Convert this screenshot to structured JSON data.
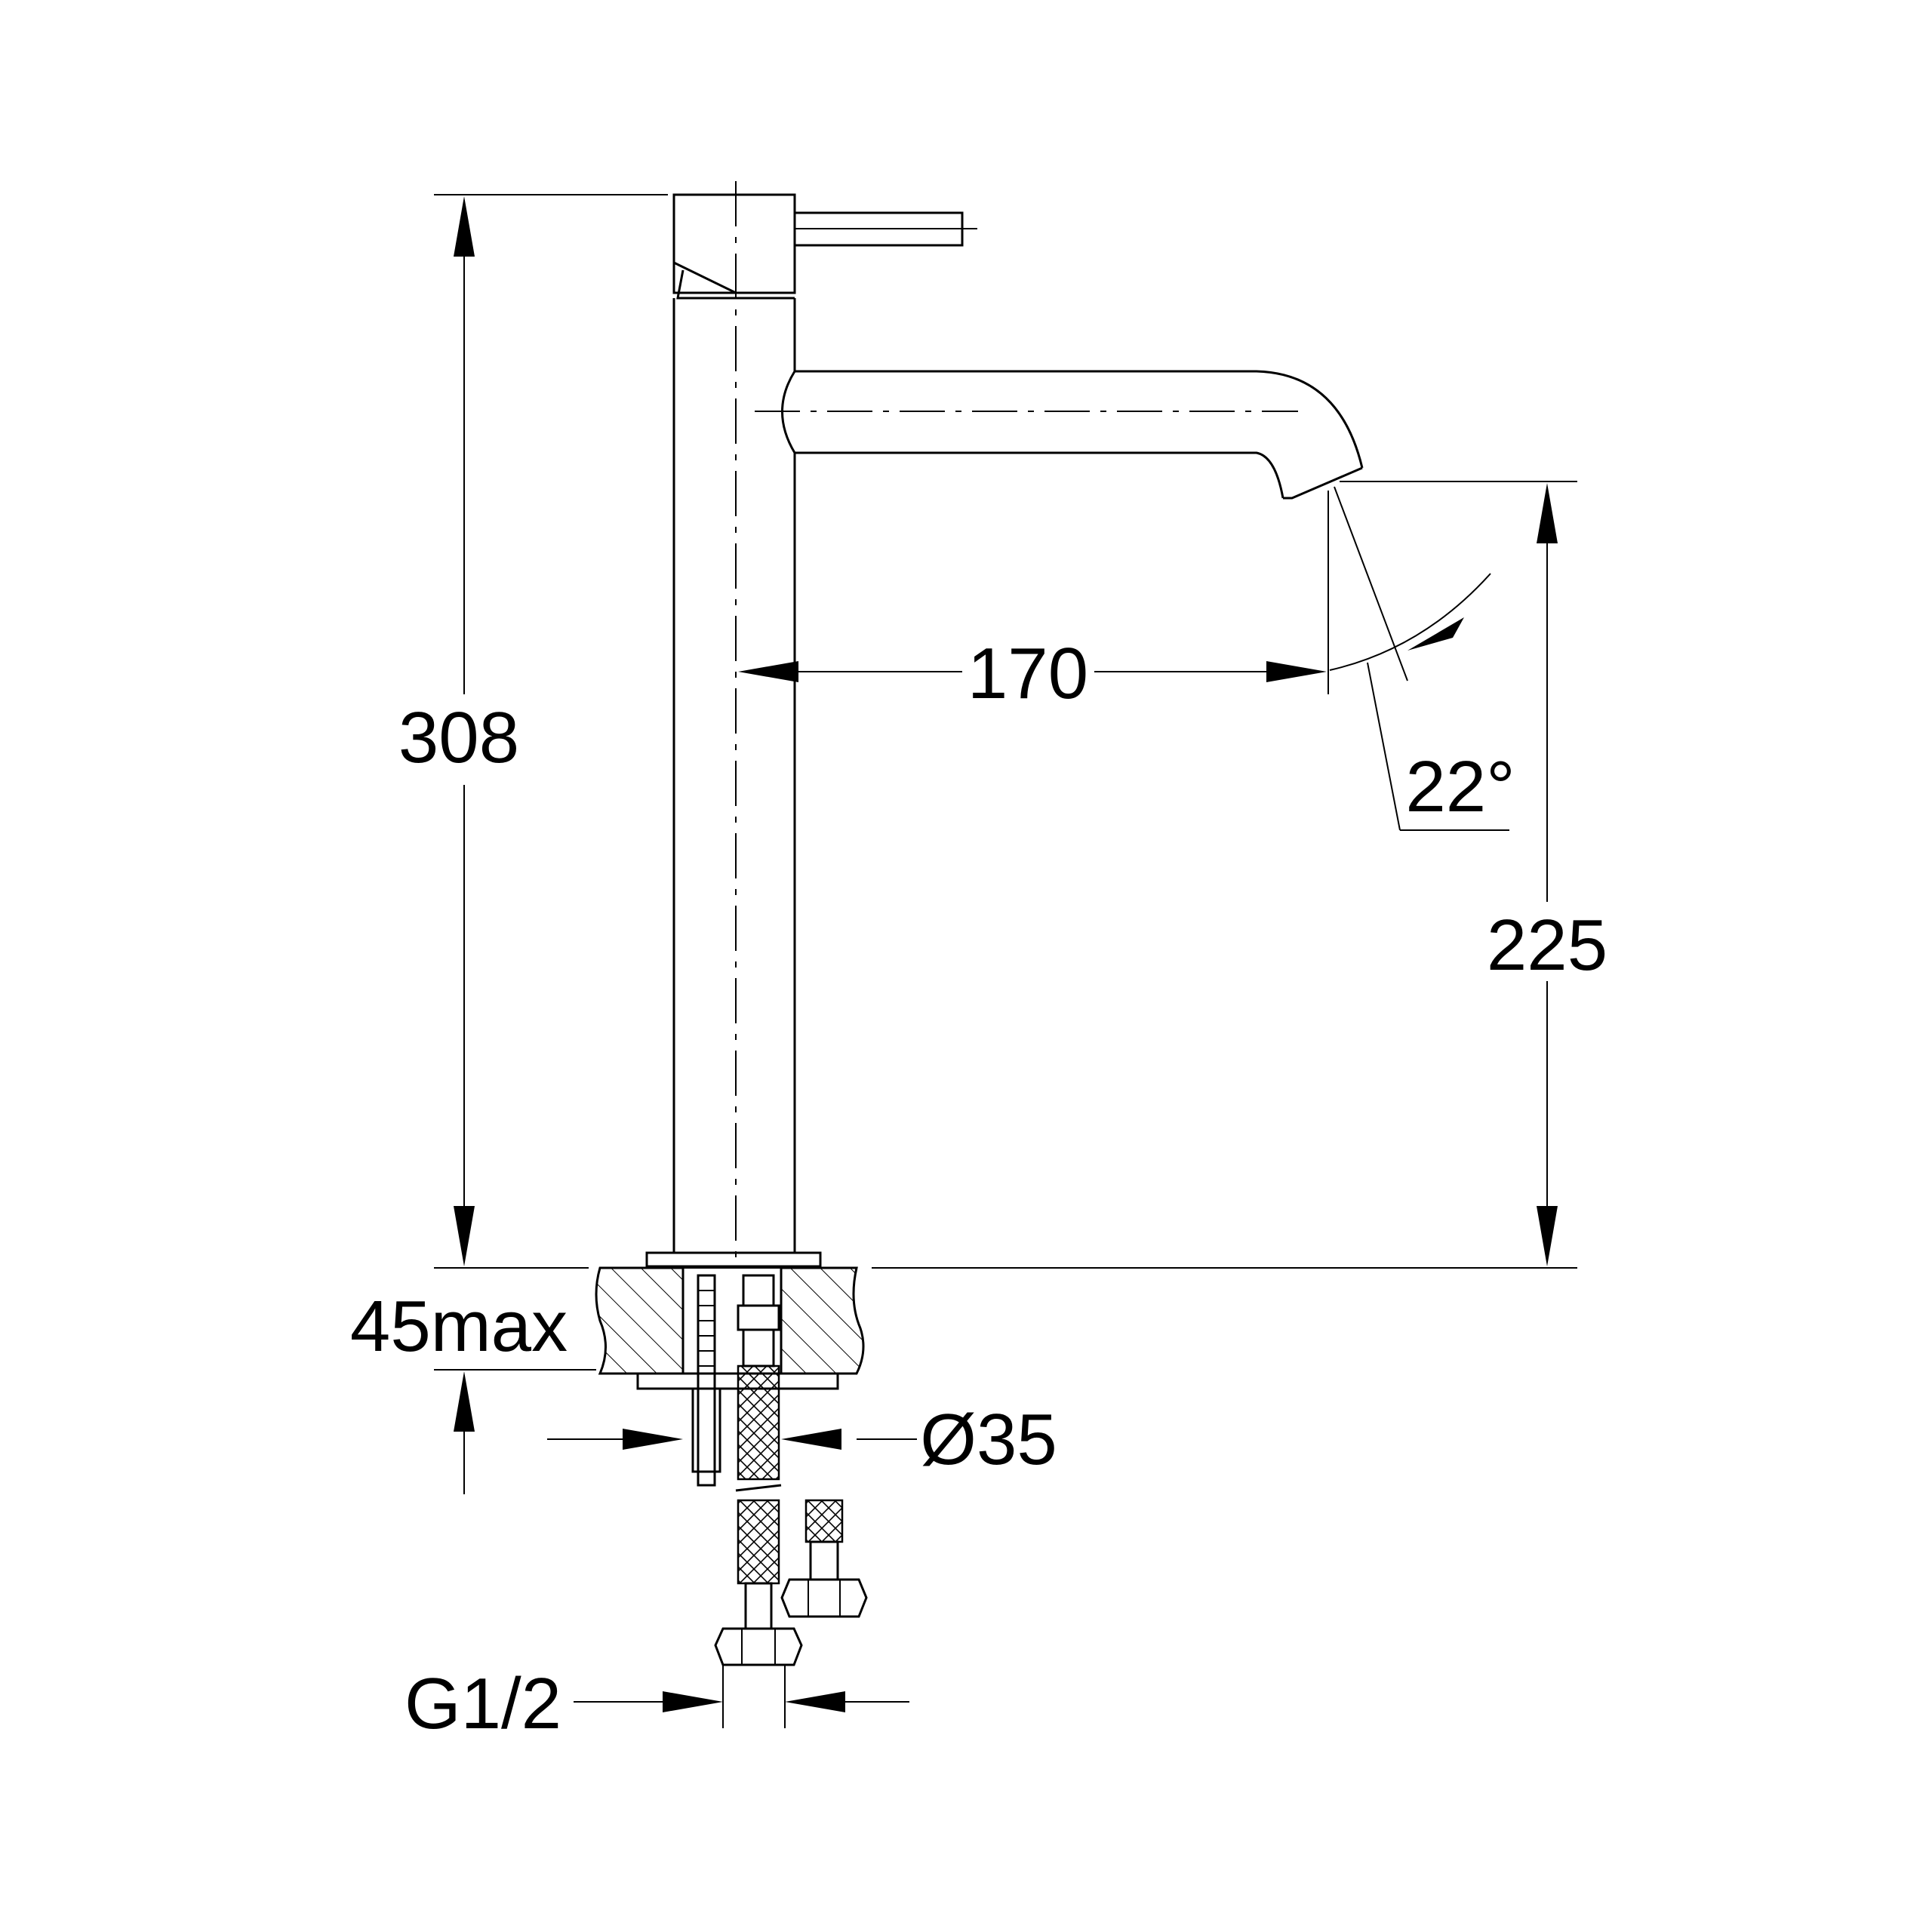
{
  "dimensions": {
    "overall_height": "308",
    "spout_height": "225",
    "spout_reach": "170",
    "spout_angle": "22°",
    "max_deck_thickness": "45max",
    "mount_diameter": "Ø35",
    "connection_thread": "G1/2"
  },
  "colors": {
    "line": "#000000",
    "background": "#ffffff"
  }
}
